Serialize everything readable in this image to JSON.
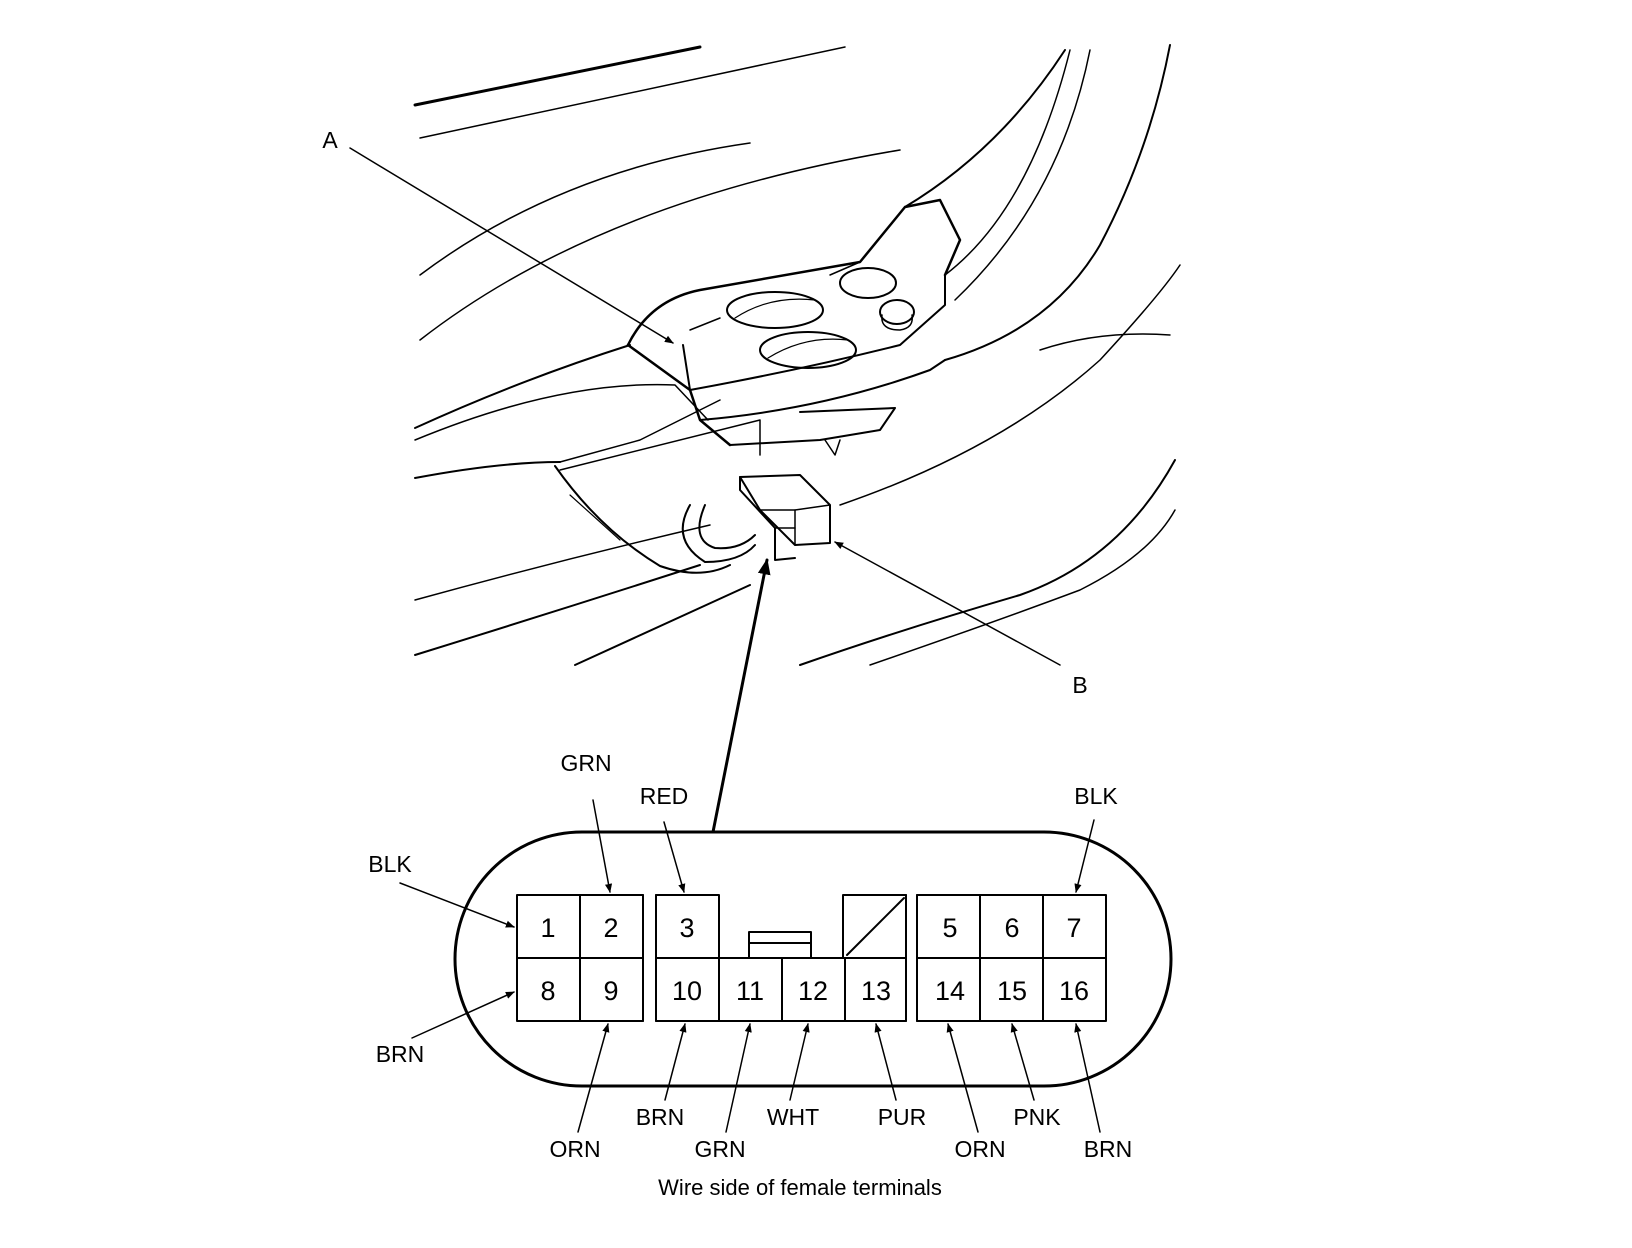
{
  "callouts": {
    "a": "A",
    "b": "B"
  },
  "caption": "Wire side of female terminals",
  "pins": {
    "p1": "1",
    "p2": "2",
    "p3": "3",
    "p5": "5",
    "p6": "6",
    "p7": "7",
    "p8": "8",
    "p9": "9",
    "p10": "10",
    "p11": "11",
    "p12": "12",
    "p13": "13",
    "p14": "14",
    "p15": "15",
    "p16": "16"
  },
  "wires": {
    "pin1": "BLK",
    "pin2": "GRN",
    "pin3": "RED",
    "pin7": "BLK",
    "pin8": "BRN",
    "pin9": "ORN",
    "pin10": "BRN",
    "pin11": "GRN",
    "pin12": "WHT",
    "pin13": "PUR",
    "pin14": "ORN",
    "pin15": "PNK",
    "pin16": "BRN"
  }
}
